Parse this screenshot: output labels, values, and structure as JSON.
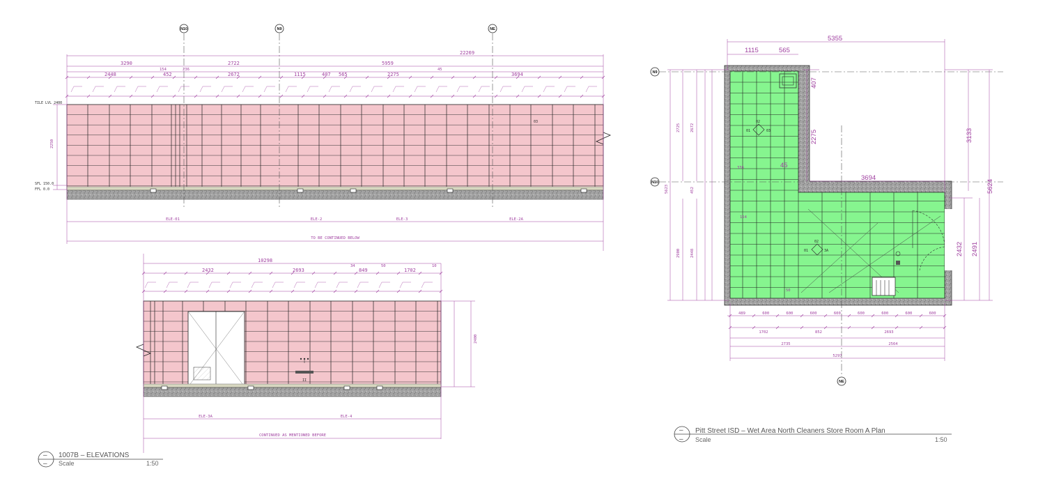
{
  "colors": {
    "elevation_tile": "#f4c6cc",
    "plan_tile": "#86f58f",
    "dimension": "#a040a0",
    "line": "#222222",
    "concrete": "#9a9a9a"
  },
  "grid_markers": {
    "n10": "N10",
    "n9": "N9",
    "ne": "NE"
  },
  "elev_top": {
    "overall": "22269",
    "row1": [
      "3290",
      "2722",
      "5959"
    ],
    "row2": [
      "154",
      "236",
      "45"
    ],
    "row3": [
      "2448",
      "452",
      "2672",
      "1115",
      "407",
      "565",
      "2275",
      "3694"
    ],
    "side_height": "2250",
    "level_tile": "TILE LVL 2400",
    "level_sfl": "SFL 150.0",
    "level_ffl": "FFL 0.0",
    "tag": "03",
    "ele": [
      "ELE-01",
      "ELE-2",
      "ELE-3",
      "ELE-2A"
    ],
    "note": "TO BE CONTINUED BELOW"
  },
  "elev_bottom": {
    "overall": "10298",
    "row1": [
      "2432",
      "2693",
      "849",
      "1702"
    ],
    "row1b": [
      "34",
      "50",
      "10"
    ],
    "side_height": "2400",
    "ele": [
      "ELE-3A",
      "ELE-4"
    ],
    "note": "CONTINUED AS MENTIONED BEFORE"
  },
  "elev_title": {
    "name": "1007B – ELEVATIONS",
    "scale_label": "Scale",
    "scale": "1:50"
  },
  "plan": {
    "top_overall": "5355",
    "top_parts": [
      "1115",
      "565"
    ],
    "right_upper": "3133",
    "right_overall": "5624",
    "right_lower_a": "2432",
    "right_lower_b": "2491",
    "inner_right": [
      "407",
      "2275"
    ],
    "mid_right": "3694",
    "left_upper": [
      "2725",
      "2672"
    ],
    "left_mid": [
      "5623",
      "452"
    ],
    "left_lower": [
      "2900",
      "2448"
    ],
    "inner_left": [
      "336",
      "45",
      "154",
      "50"
    ],
    "bottom_tiles": [
      "489",
      "600",
      "600",
      "600",
      "600",
      "600",
      "600",
      "600",
      "600"
    ],
    "bottom_row2": [
      "1702",
      "852",
      "2693"
    ],
    "bottom_row3": [
      "2735",
      "2564"
    ],
    "bottom_overall": "5297",
    "tags": [
      "01",
      "02",
      "03",
      "01",
      "3A",
      "02"
    ]
  },
  "plan_title": {
    "name": "Pitt Street ISD – Wet Area North Cleaners Store Room A   Plan",
    "scale_label": "Scale",
    "scale": "1:50"
  }
}
